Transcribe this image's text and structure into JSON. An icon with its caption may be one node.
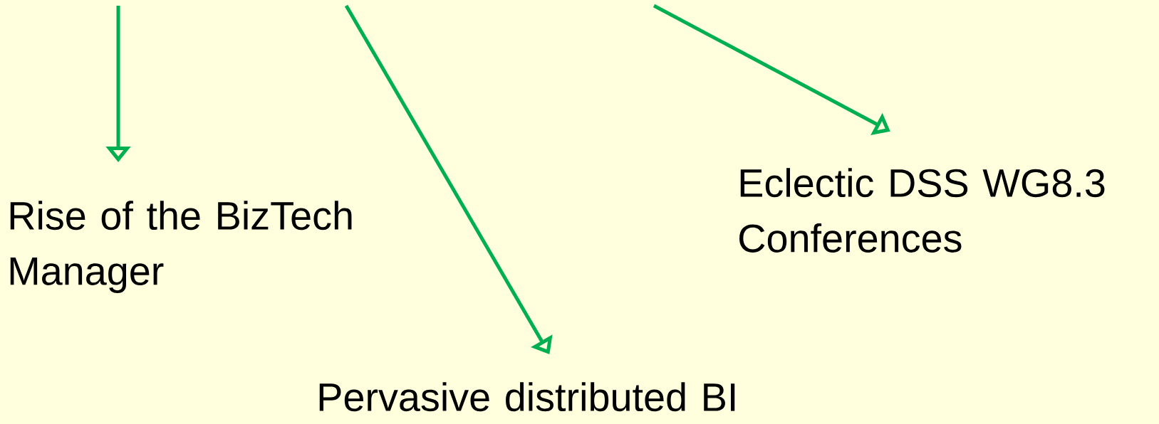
{
  "diagram": {
    "nodes": [
      {
        "text": [
          "Rise of the BizTech Manager"
        ]
      },
      {
        "text": [
          "Pervasive distributed BI"
        ]
      },
      {
        "text": [
          "Eclectic DSS WG8.3 Conferences"
        ]
      }
    ],
    "edges": [
      {
        "from": null,
        "to": 0,
        "arrow": "to"
      },
      {
        "from": null,
        "to": 1,
        "arrow": "to"
      },
      {
        "from": null,
        "to": 2,
        "arrow": "to"
      }
    ]
  }
}
